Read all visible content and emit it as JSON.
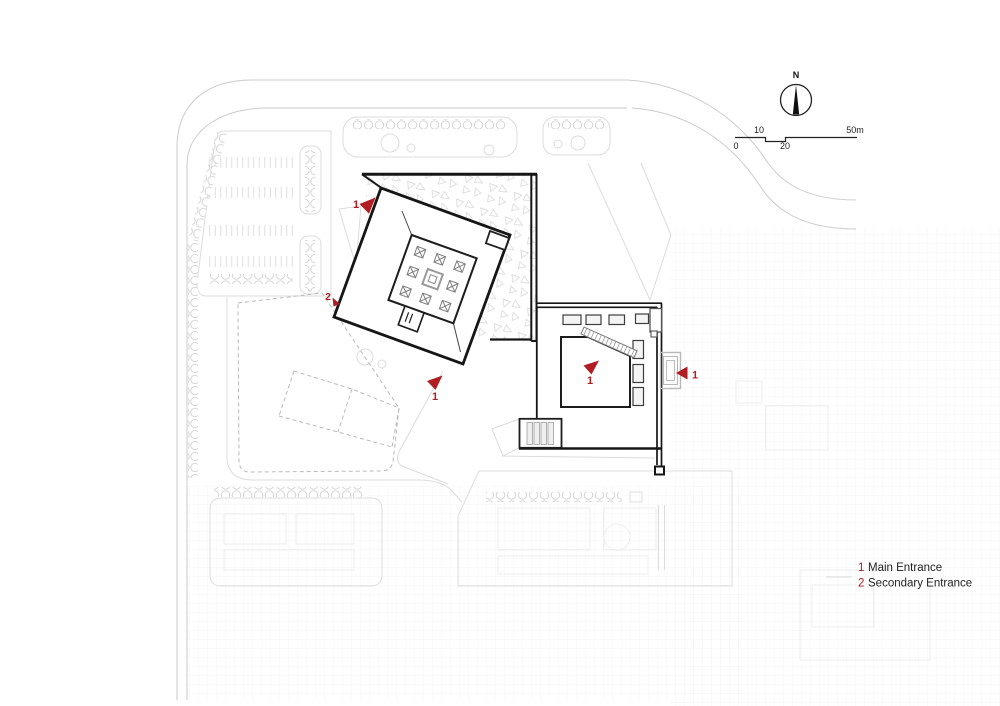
{
  "colors": {
    "accent_red": "#b01e23",
    "line_dark": "#161616",
    "context_gray": "#cbcbcb"
  },
  "compass": {
    "north_label": "N"
  },
  "scale_bar": {
    "label_10": "10",
    "label_50m": "50m",
    "label_0": "0",
    "label_20": "20"
  },
  "markers": {
    "main_entrance_top": "1",
    "secondary_entrance": "2",
    "main_entrance_bottom": "1",
    "main_entrance_courtyard": "1",
    "main_entrance_right": "1"
  },
  "legend": {
    "items": [
      {
        "number": "1",
        "label": "Main Entrance"
      },
      {
        "number": "2",
        "label": "Secondary Entrance"
      }
    ]
  }
}
